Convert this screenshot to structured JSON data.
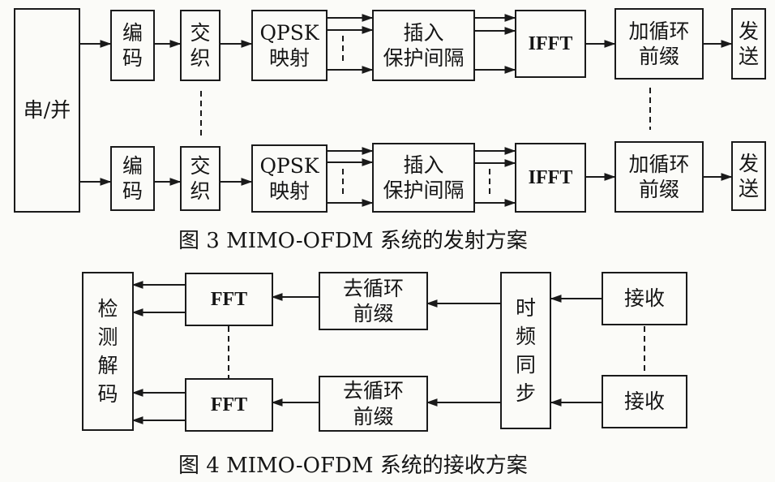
{
  "fig3": {
    "caption": "图 3   MIMO-OFDM 系统的发射方案",
    "serial_parallel": "串/并",
    "encode": "编\n码",
    "interleave": "交\n织",
    "qpsk": "QPSK\n映射",
    "guard": "插入\n保护间隔",
    "ifft": "IFFT",
    "add_cp": "加循环\n前缀",
    "send": "发\n送"
  },
  "fig4": {
    "caption": "图 4   MIMO-OFDM 系统的接收方案",
    "detect_decode": "检\n测\n解\n码",
    "fft": "FFT",
    "remove_cp": "去循环\n前缀",
    "sync": "时\n频\n同\n步",
    "receive": "接收"
  }
}
